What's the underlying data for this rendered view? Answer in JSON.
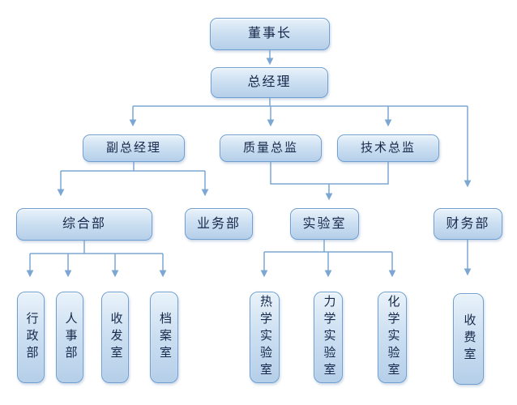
{
  "diagram_type": "organization-chart",
  "colors": {
    "box_border": "#6f9fd0",
    "box_fill_light": "#e9f2fa",
    "box_fill_dark": "#b5cfe9",
    "connector_line": "#7ca7d3",
    "text": "#16284a",
    "background": "#ffffff"
  },
  "org": {
    "chairman": "董事长",
    "general_manager": "总经理",
    "deputy_general_manager": "副总经理",
    "quality_director": "质量总监",
    "technical_director": "技术总监",
    "general_department": "综合部",
    "business_department": "业务部",
    "laboratory": "实验室",
    "finance_department": "财务部",
    "administration_department": "行政部",
    "hr_department": "人事部",
    "mail_room": "收发室",
    "archives_room": "档案室",
    "thermal_lab": "热学实验室",
    "mechanics_lab": "力学实验室",
    "chemistry_lab": "化学实验室",
    "fee_collection_room": "收费室"
  },
  "edges": [
    {
      "from": "chairman",
      "to": "general_manager"
    },
    {
      "from": "general_manager",
      "to": "deputy_general_manager"
    },
    {
      "from": "general_manager",
      "to": "quality_director"
    },
    {
      "from": "general_manager",
      "to": "technical_director"
    },
    {
      "from": "general_manager",
      "to": "finance_department"
    },
    {
      "from": "deputy_general_manager",
      "to": "general_department"
    },
    {
      "from": "deputy_general_manager",
      "to": "business_department"
    },
    {
      "from": "quality_director",
      "to": "laboratory"
    },
    {
      "from": "technical_director",
      "to": "laboratory"
    },
    {
      "from": "general_department",
      "to": "administration_department"
    },
    {
      "from": "general_department",
      "to": "hr_department"
    },
    {
      "from": "general_department",
      "to": "mail_room"
    },
    {
      "from": "general_department",
      "to": "archives_room"
    },
    {
      "from": "laboratory",
      "to": "thermal_lab"
    },
    {
      "from": "laboratory",
      "to": "mechanics_lab"
    },
    {
      "from": "laboratory",
      "to": "chemistry_lab"
    },
    {
      "from": "finance_department",
      "to": "fee_collection_room"
    }
  ]
}
